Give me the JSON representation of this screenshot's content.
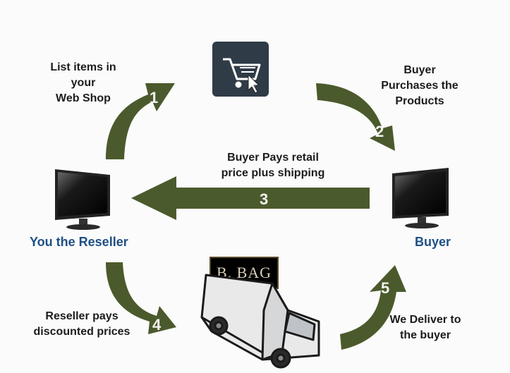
{
  "labels": {
    "step1": [
      "List items in",
      "your",
      "Web Shop"
    ],
    "step2": [
      "Buyer",
      "Purchases the",
      "Products"
    ],
    "step3": [
      "Buyer Pays retail",
      "price plus shipping"
    ],
    "step4": [
      "Reseller pays",
      "discounted prices"
    ],
    "step5": [
      "We Deliver to",
      "the buyer"
    ]
  },
  "numbers": {
    "n1": "1",
    "n2": "2",
    "n3": "3",
    "n4": "4",
    "n5": "5"
  },
  "roles": {
    "reseller": "You the Reseller",
    "buyer": "Buyer"
  },
  "logo": {
    "text": "B. BAG"
  },
  "colors": {
    "arrow": "#4b5a2c",
    "role_text": "#1f4f86",
    "cart_bg": "#2f3b47"
  },
  "icons": [
    "cart-icon",
    "monitor-icon",
    "delivery-van-icon"
  ]
}
